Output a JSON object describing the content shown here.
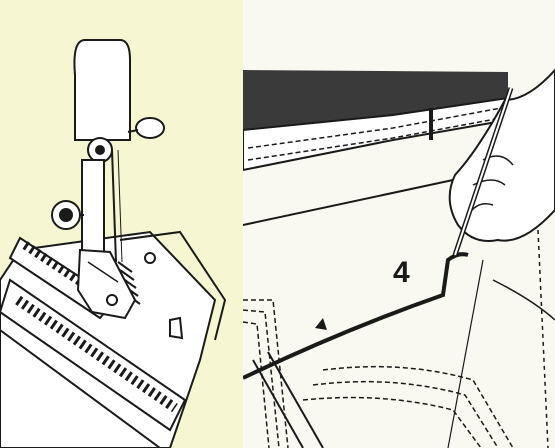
{
  "figure": {
    "step_label": "4",
    "left_panel": "sewing-machine-presser-foot-on-zipper",
    "right_panel": "hand-marking-seam-line-with-pen"
  },
  "colors": {
    "ink": "#1a1a1a",
    "paper": "#f7f7dc",
    "dark_fabric": "#3a3a3a"
  }
}
